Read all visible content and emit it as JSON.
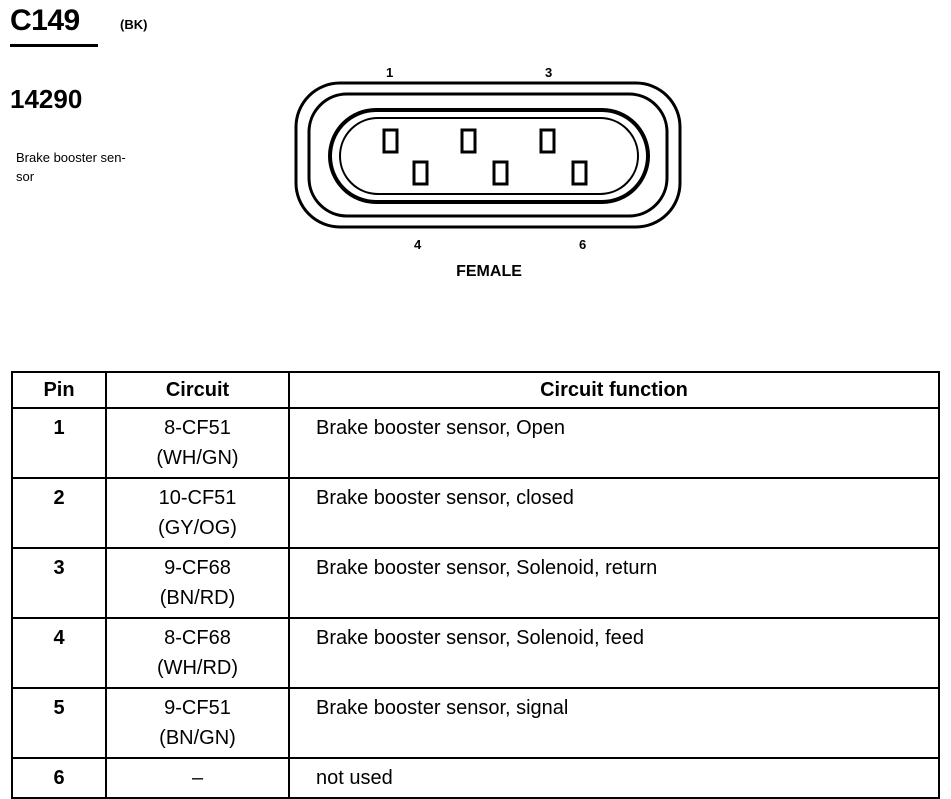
{
  "connector": {
    "id": "C149",
    "color_code": "(BK)",
    "part_number": "14290",
    "description": "Brake booster sen-\nsor",
    "gender": "FEMALE",
    "pin_labels": {
      "top_left": "1",
      "top_right": "3",
      "bottom_left": "4",
      "bottom_right": "6"
    }
  },
  "table": {
    "headers": {
      "pin": "Pin",
      "circuit": "Circuit",
      "function": "Circuit function"
    },
    "rows": [
      {
        "pin": "1",
        "circuit": "8-CF51",
        "wire": "(WH/GN)",
        "function": "Brake booster sensor, Open"
      },
      {
        "pin": "2",
        "circuit": "10-CF51",
        "wire": "(GY/OG)",
        "function": "Brake booster sensor, closed"
      },
      {
        "pin": "3",
        "circuit": "9-CF68",
        "wire": "(BN/RD)",
        "function": "Brake booster sensor, Solenoid, return"
      },
      {
        "pin": "4",
        "circuit": "8-CF68",
        "wire": "(WH/RD)",
        "function": "Brake booster sensor, Solenoid, feed"
      },
      {
        "pin": "5",
        "circuit": "9-CF51",
        "wire": "(BN/GN)",
        "function": "Brake booster sensor, signal"
      },
      {
        "pin": "6",
        "circuit": "–",
        "wire": "",
        "function": "not used"
      }
    ]
  }
}
